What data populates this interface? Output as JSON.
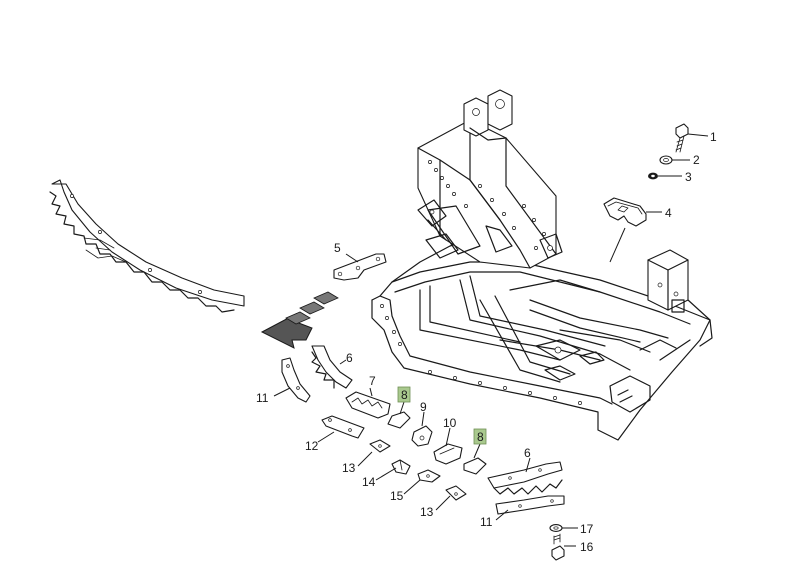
{
  "callouts": [
    {
      "id": "c1",
      "label": "1",
      "highlight": false
    },
    {
      "id": "c2",
      "label": "2",
      "highlight": false
    },
    {
      "id": "c3",
      "label": "3",
      "highlight": false
    },
    {
      "id": "c4",
      "label": "4",
      "highlight": false
    },
    {
      "id": "c5",
      "label": "5",
      "highlight": false
    },
    {
      "id": "c6a",
      "label": "6",
      "highlight": false
    },
    {
      "id": "c6b",
      "label": "6",
      "highlight": false
    },
    {
      "id": "c7",
      "label": "7",
      "highlight": false
    },
    {
      "id": "c8a",
      "label": "8",
      "highlight": true
    },
    {
      "id": "c8b",
      "label": "8",
      "highlight": true
    },
    {
      "id": "c9",
      "label": "9",
      "highlight": false
    },
    {
      "id": "c10",
      "label": "10",
      "highlight": false
    },
    {
      "id": "c11a",
      "label": "11",
      "highlight": false
    },
    {
      "id": "c11b",
      "label": "11",
      "highlight": false
    },
    {
      "id": "c12",
      "label": "12",
      "highlight": false
    },
    {
      "id": "c13a",
      "label": "13",
      "highlight": false
    },
    {
      "id": "c13b",
      "label": "13",
      "highlight": false
    },
    {
      "id": "c14",
      "label": "14",
      "highlight": false
    },
    {
      "id": "c15",
      "label": "15",
      "highlight": false
    },
    {
      "id": "c16",
      "label": "16",
      "highlight": false
    },
    {
      "id": "c17",
      "label": "17",
      "highlight": false
    }
  ],
  "colors": {
    "line": "#1a1a1a",
    "highlight": "#a9c98e",
    "background": "#ffffff"
  }
}
